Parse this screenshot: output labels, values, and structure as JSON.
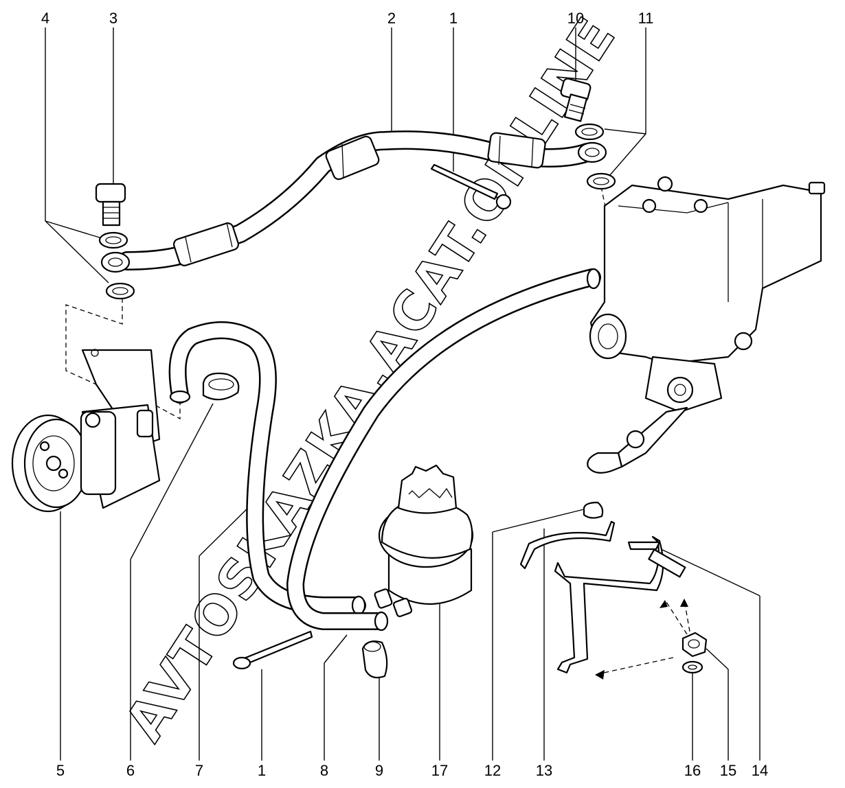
{
  "diagram": {
    "title": "Power steering hydraulic system parts",
    "watermark": "AVTOSKAZKA.ACAT.ONLINE",
    "callouts": [
      "4",
      "3",
      "2",
      "1",
      "10",
      "11",
      "5",
      "6",
      "7",
      "1",
      "8",
      "9",
      "17",
      "12",
      "13",
      "16",
      "15",
      "14"
    ]
  }
}
